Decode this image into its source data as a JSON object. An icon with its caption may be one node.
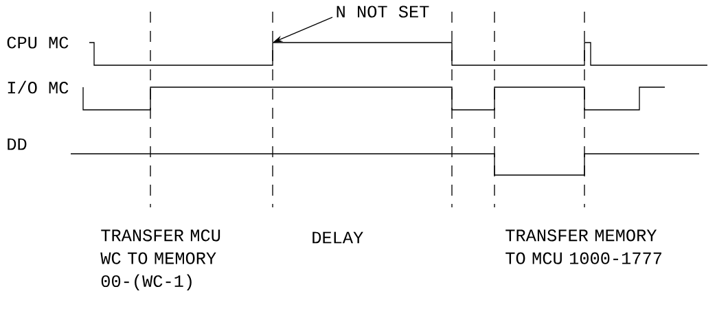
{
  "diagram": {
    "nodes": [
      {
        "text": [
          "N NOT SET"
        ]
      },
      {
        "text": [],
        "shape": "line"
      }
    ],
    "edges": [
      {
        "from": 0,
        "to": 1,
        "arrow": "to"
      }
    ],
    "labels": [
      "CPU MC",
      "I/O MC",
      "DD",
      "TRANSFER MCU WC TO MEMORY 00-(WC-1)",
      "DELAY",
      "TRANSFER MEMORY TO MCU 1000-1777"
    ]
  }
}
